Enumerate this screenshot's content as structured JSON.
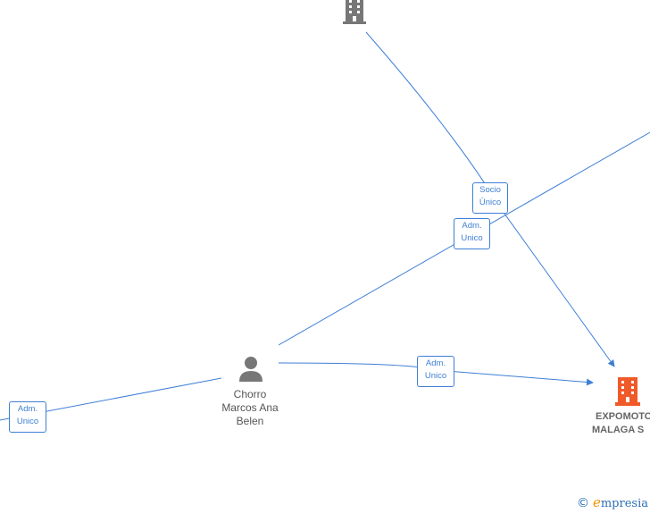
{
  "nodes": {
    "top_company": {
      "label": "",
      "icon": "building-icon",
      "color": "#777777"
    },
    "person": {
      "label_lines": [
        "Chorro",
        "Marcos Ana",
        "Belen"
      ],
      "icon": "person-icon",
      "color": "#777777"
    },
    "target_company": {
      "label_lines": [
        "EXPOMOTO",
        "MALAGA  S"
      ],
      "icon": "building-icon",
      "color": "#f05a28"
    }
  },
  "edges": [
    {
      "id": "socio-unico",
      "lines": [
        "Socio",
        "Único"
      ]
    },
    {
      "id": "adm-unico-upper",
      "lines": [
        "Adm.",
        "Unico"
      ]
    },
    {
      "id": "adm-unico-middle",
      "lines": [
        "Adm.",
        "Unico"
      ]
    },
    {
      "id": "adm-unico-left",
      "lines": [
        "Adm.",
        "Unico"
      ]
    }
  ],
  "colors": {
    "edge": "#3f7fd6",
    "label_text": "#555555"
  },
  "brand": {
    "copyright": "©",
    "initial": "e",
    "rest": "mpresia"
  }
}
